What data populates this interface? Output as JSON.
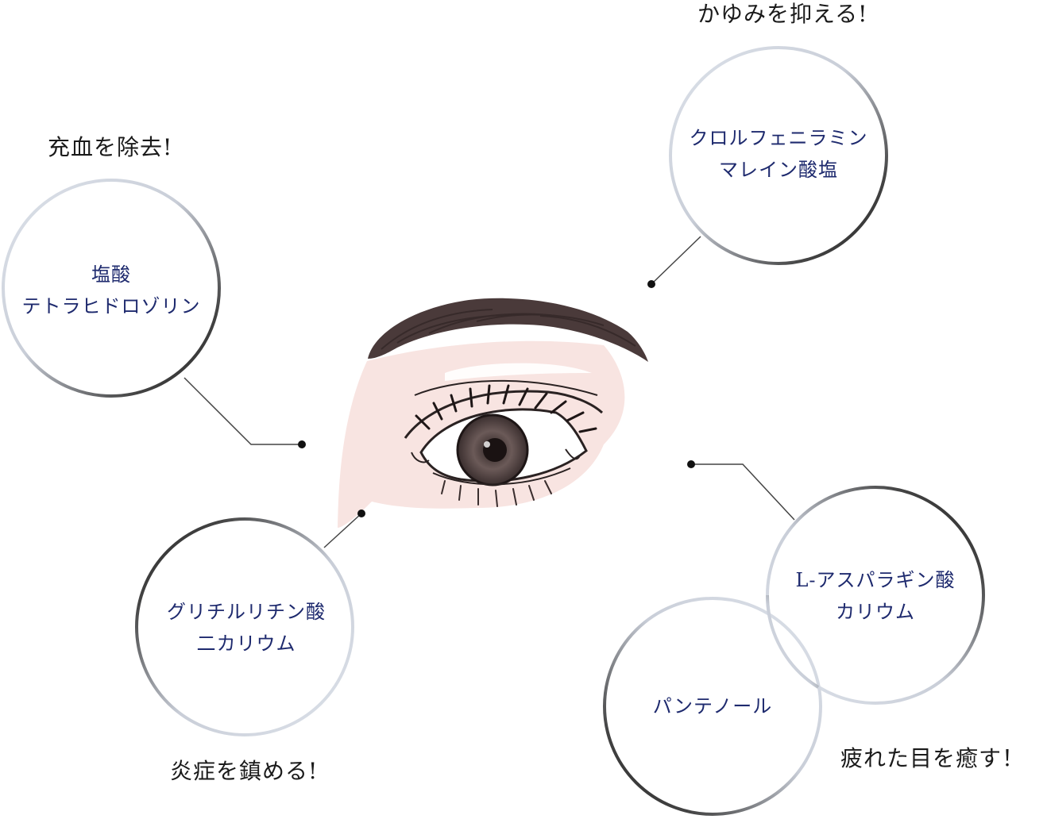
{
  "colors": {
    "ingredient_text": "#1e2a6e",
    "caption_text": "#1a1a1a",
    "skin": "#f8e4e1",
    "brow": "#4a3a3a",
    "line": "#444444"
  },
  "captions": {
    "redness": "充血を除去!",
    "itch": "かゆみを抑える!",
    "inflammation": "炎症を鎮める!",
    "fatigue": "疲れた目を癒す！"
  },
  "ingredients": {
    "tetrahydrozoline": {
      "line1": "塩酸",
      "line2": "テトラヒドロゾリン"
    },
    "chlorpheniramine": {
      "line1": "クロルフェニラミン",
      "line2": "マレイン酸塩"
    },
    "glycyrrhizinate": {
      "line1": "グリチルリチン酸",
      "line2": "二カリウム"
    },
    "aspartate": {
      "line1": "L-アスパラギン酸",
      "line2": "カリウム"
    },
    "panthenol": {
      "line1": "パンテノール"
    }
  }
}
